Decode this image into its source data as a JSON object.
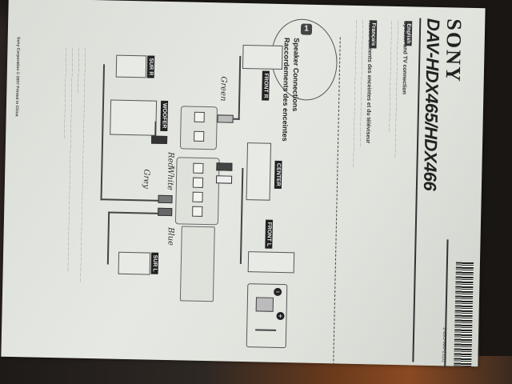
{
  "document": {
    "brand": "SONY",
    "model": "DAV-HDX465/HDX466",
    "language_tags": [
      "English",
      "Français"
    ],
    "sections": [
      {
        "heading": "Speaker and TV connection",
        "lang": "English"
      },
      {
        "heading": "Raccordements des enceintes et du téléviseur",
        "lang": "Français"
      }
    ],
    "step": {
      "number": "1",
      "title_en": "Speaker Connections",
      "title_fr": "Raccordements des enceintes"
    },
    "speakers": [
      {
        "label": "FRONT R"
      },
      {
        "label": "SUR R"
      },
      {
        "label": "WOOFER"
      },
      {
        "label": "CENTER"
      },
      {
        "label": "FRONT L"
      },
      {
        "label": "SUR L"
      }
    ],
    "handwritten_notes": [
      "Green",
      "Red",
      "White",
      "Grey",
      "Blue"
    ],
    "inset": {
      "minus_symbol": "−",
      "plus_symbol": "+"
    },
    "footer": "Sony Corporation © 2007 Printed in China",
    "barcode_number": "2-895-980-21(1)"
  }
}
